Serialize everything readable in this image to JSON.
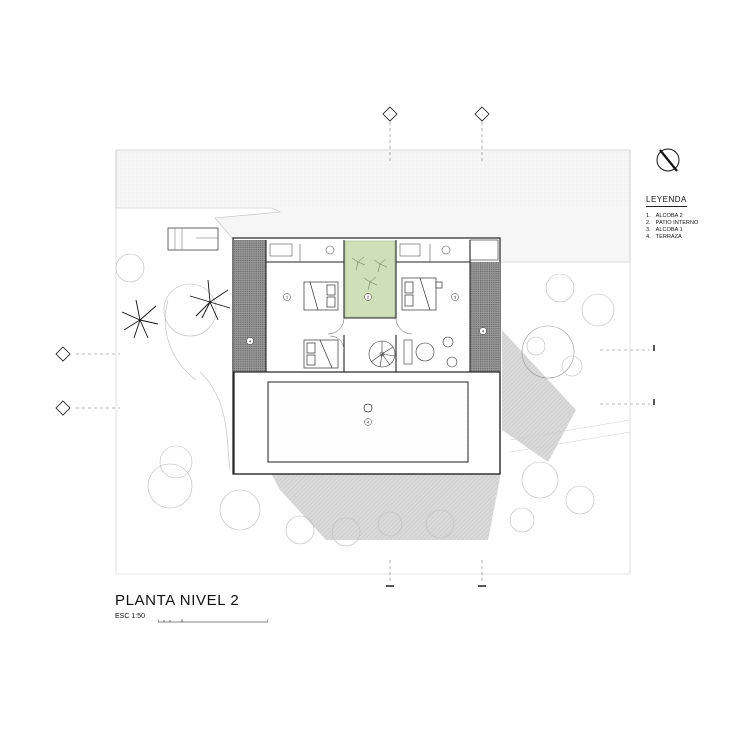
{
  "legend": {
    "title": "LEYENDA",
    "items": [
      {
        "num": "1.",
        "label": "ALCOBA 2"
      },
      {
        "num": "2.",
        "label": "PATIO INTERNO"
      },
      {
        "num": "3.",
        "label": "ALCOBA 1"
      },
      {
        "num": "4.",
        "label": "TERRAZA"
      }
    ]
  },
  "title": "PLANTA  NIVEL 2",
  "scale": "ESC 1:50",
  "room_tags": [
    "1",
    "2",
    "3",
    "4",
    "4",
    "4"
  ],
  "colors": {
    "patio": "#cfe0b8",
    "line": "#222222",
    "shadow": "#d9d9d9",
    "hatch": "#8a8a8a",
    "vegetation": "#bdbdbd"
  }
}
